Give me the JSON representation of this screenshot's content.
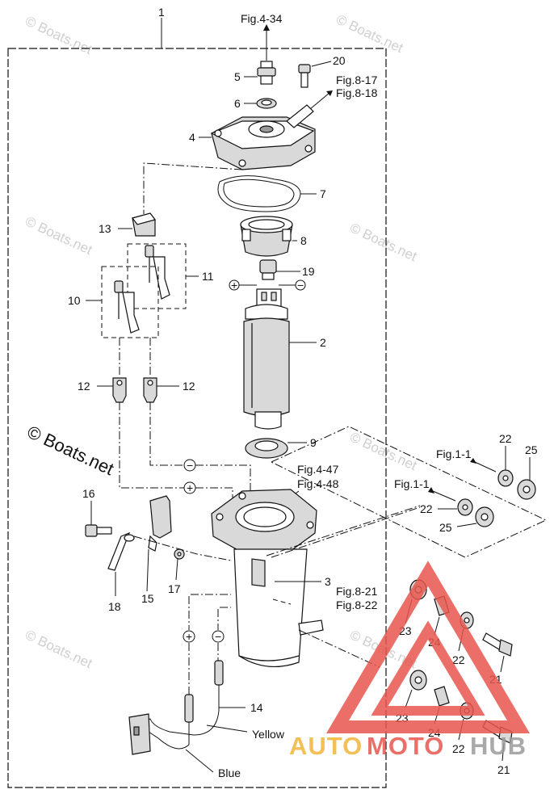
{
  "diagram": {
    "callouts": {
      "c1": "1",
      "c2": "2",
      "c3": "3",
      "c4": "4",
      "c5": "5",
      "c6": "6",
      "c7": "7",
      "c8": "8",
      "c9": "9",
      "c10": "10",
      "c11": "11",
      "c12a": "12",
      "c12b": "12",
      "c13": "13",
      "c14": "14",
      "c15": "15",
      "c16": "16",
      "c17": "17",
      "c18": "18",
      "c19": "19",
      "c20": "20",
      "c21a": "21",
      "c21b": "21",
      "c22a": "22",
      "c22b": "22",
      "c22c": "22",
      "c22d": "22",
      "c23a": "23",
      "c23b": "23",
      "c24a": "24",
      "c24b": "24",
      "c25a": "25",
      "c25b": "25"
    },
    "refs": {
      "fig434": "Fig.4-34",
      "fig817": "Fig.8-17",
      "fig818": "Fig.8-18",
      "fig447": "Fig.4-47",
      "fig448": "Fig.4-48",
      "fig821": "Fig.8-21",
      "fig822": "Fig.8-22",
      "fig11a": "Fig.1-1",
      "fig11b": "Fig.1-1"
    },
    "wires": {
      "yellow": "Yellow",
      "blue": "Blue"
    },
    "polarity": {
      "plus": "+",
      "minus": "−"
    }
  },
  "watermark": {
    "text": "© Boats.net",
    "brand": {
      "auto": "AUTO",
      "moto": "MOTO",
      "hub": "HUB"
    }
  },
  "colors": {
    "line": "#111111",
    "watermark": "#cfcfcf",
    "logo_triangle": "#e8574e",
    "logo_orange": "#f2b43a",
    "logo_red": "#e8574e",
    "logo_gray": "#9b9b9b"
  }
}
